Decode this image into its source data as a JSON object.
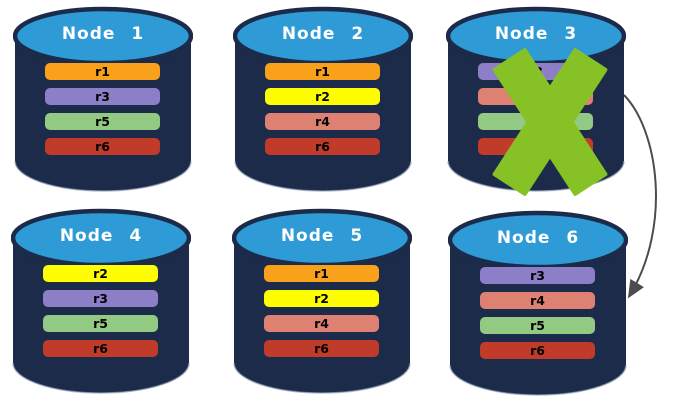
{
  "diagram": {
    "type": "replica-distribution-failover",
    "cylinder_colors": {
      "top": "#2E9AD6",
      "body": "#1B2B49",
      "bottom_edge": "#93A1B8",
      "title_text": "#FFFFFF"
    },
    "palette": {
      "r1_orange": "#F9A11B",
      "r2_yellow": "#FEFE00",
      "r3_purple": "#8D7EC8",
      "r4_salmon": "#DF8172",
      "r5_green": "#92C983",
      "r6_red": "#C13B2A"
    },
    "nodes": [
      {
        "name": "Node 1",
        "failed": false,
        "replicas": [
          {
            "label": "r1",
            "color": "#F9A11B"
          },
          {
            "label": "r3",
            "color": "#8D7EC8"
          },
          {
            "label": "r5",
            "color": "#92C983"
          },
          {
            "label": "r6",
            "color": "#C13B2A"
          }
        ]
      },
      {
        "name": "Node 2",
        "failed": false,
        "replicas": [
          {
            "label": "r1",
            "color": "#F9A11B"
          },
          {
            "label": "r2",
            "color": "#FEFE00"
          },
          {
            "label": "r4",
            "color": "#DF8172"
          },
          {
            "label": "r6",
            "color": "#C13B2A"
          }
        ]
      },
      {
        "name": "Node 3",
        "failed": true,
        "replicas": [
          {
            "label": "r3",
            "color": "#8D7EC8"
          },
          {
            "label": "",
            "color": "#DF8172"
          },
          {
            "label": "",
            "color": "#92C983"
          },
          {
            "label": "",
            "color": "#C13B2A"
          }
        ]
      },
      {
        "name": "Node 4",
        "failed": false,
        "replicas": [
          {
            "label": "r2",
            "color": "#FEFE00"
          },
          {
            "label": "r3",
            "color": "#8D7EC8"
          },
          {
            "label": "r5",
            "color": "#92C983"
          },
          {
            "label": "r6",
            "color": "#C13B2A"
          }
        ]
      },
      {
        "name": "Node 5",
        "failed": false,
        "replicas": [
          {
            "label": "r1",
            "color": "#F9A11B"
          },
          {
            "label": "r2",
            "color": "#FEFE00"
          },
          {
            "label": "r4",
            "color": "#DF8172"
          },
          {
            "label": "r6",
            "color": "#C13B2A"
          }
        ]
      },
      {
        "name": "Node 6",
        "failed": false,
        "replicas": [
          {
            "label": "r3",
            "color": "#8D7EC8"
          },
          {
            "label": "r4",
            "color": "#DF8172"
          },
          {
            "label": "r5",
            "color": "#92C983"
          },
          {
            "label": "r6",
            "color": "#C13B2A"
          }
        ]
      }
    ],
    "failure_mark": {
      "node": "Node 3",
      "color": "#86C226"
    },
    "arrow": {
      "from": "Node 3",
      "to": "Node 6",
      "color": "#4D4D4D"
    }
  }
}
